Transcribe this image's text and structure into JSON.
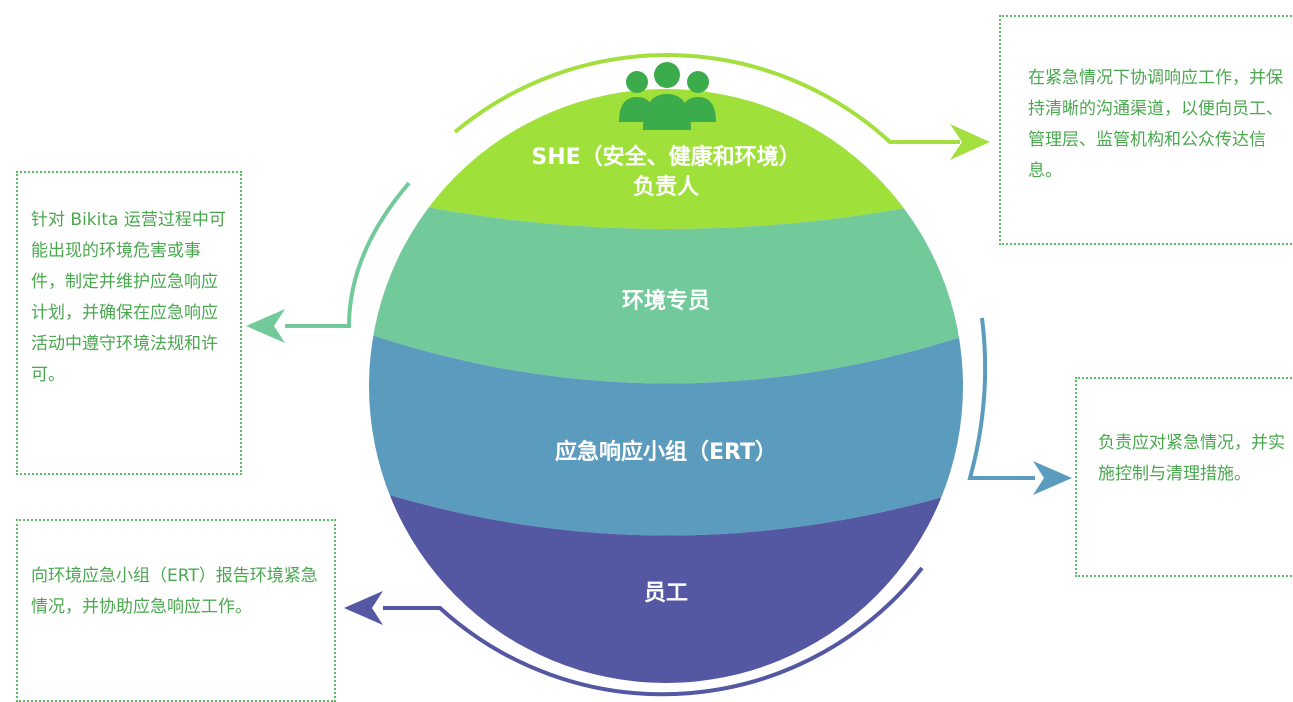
{
  "layers": [
    {
      "label_line1": "SHE（安全、健康和环境）",
      "label_line2": "负责人",
      "color": "#9fe03a"
    },
    {
      "label": "环境专员",
      "color": "#72c99a"
    },
    {
      "label": "应急响应小组（ERT）",
      "color": "#5b9bbd"
    },
    {
      "label": "员工",
      "color": "#5457a2"
    }
  ],
  "people_icon_color": "#3cab4b",
  "notes": {
    "top_right": "在紧急情况下协调响应工作，并保持清晰的沟通渠道，以便向员工、管理层、监管机构和公众传达信息。",
    "left": "针对 Bikita 运营过程中可能出现的环境危害或事件，制定并维护应急响应计划，并确保在应急响应活动中遵守环境法规和许可。",
    "right": "负责应对紧急情况，并实施控制与清理措施。",
    "bottom_left": "向环境应急小组（ERT）报告环境紧急情况，并协助应急响应工作。"
  },
  "note_border_color": "#5dbb63",
  "note_text_color": "#4aa84f"
}
